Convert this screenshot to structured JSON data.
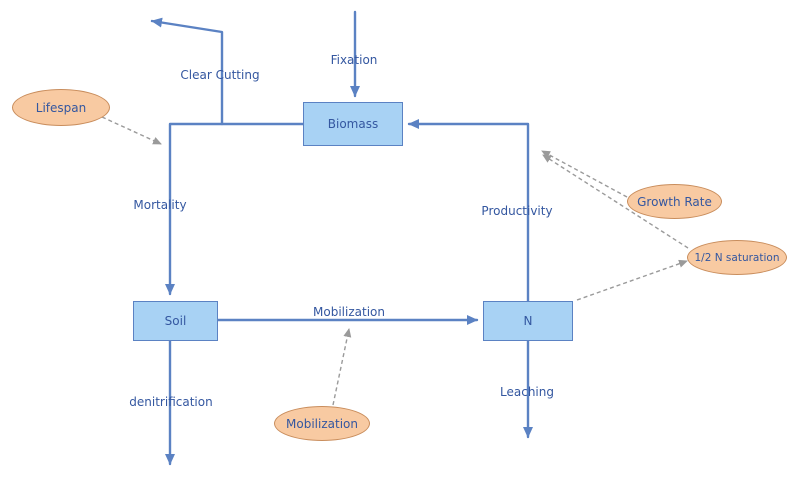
{
  "colors": {
    "accent_blue": "#5b82c3",
    "box_fill": "#a8d2f4",
    "box_border": "#5b82c3",
    "text_blue": "#3457a0",
    "ellipse_fill": "#f8caa2",
    "ellipse_border": "#c98d5c",
    "link_gray": "#9a9a9a",
    "background": "#ffffff"
  },
  "stocks": {
    "biomass": {
      "label": "Biomass"
    },
    "soil": {
      "label": "Soil"
    },
    "n": {
      "label": "N"
    }
  },
  "parameters": {
    "lifespan": {
      "label": "Lifespan"
    },
    "growth_rate": {
      "label": "Growth Rate"
    },
    "half_n_saturation": {
      "label": "1/2 N saturation"
    },
    "mobilization": {
      "label": "Mobilization"
    }
  },
  "flows": {
    "fixation": "Fixation",
    "clear_cutting": "Clear Cutting",
    "mortality": "Mortality",
    "productivity": "Productivity",
    "mobilization": "Mobilization",
    "denitrification": "denitrification",
    "leaching": "Leaching"
  }
}
